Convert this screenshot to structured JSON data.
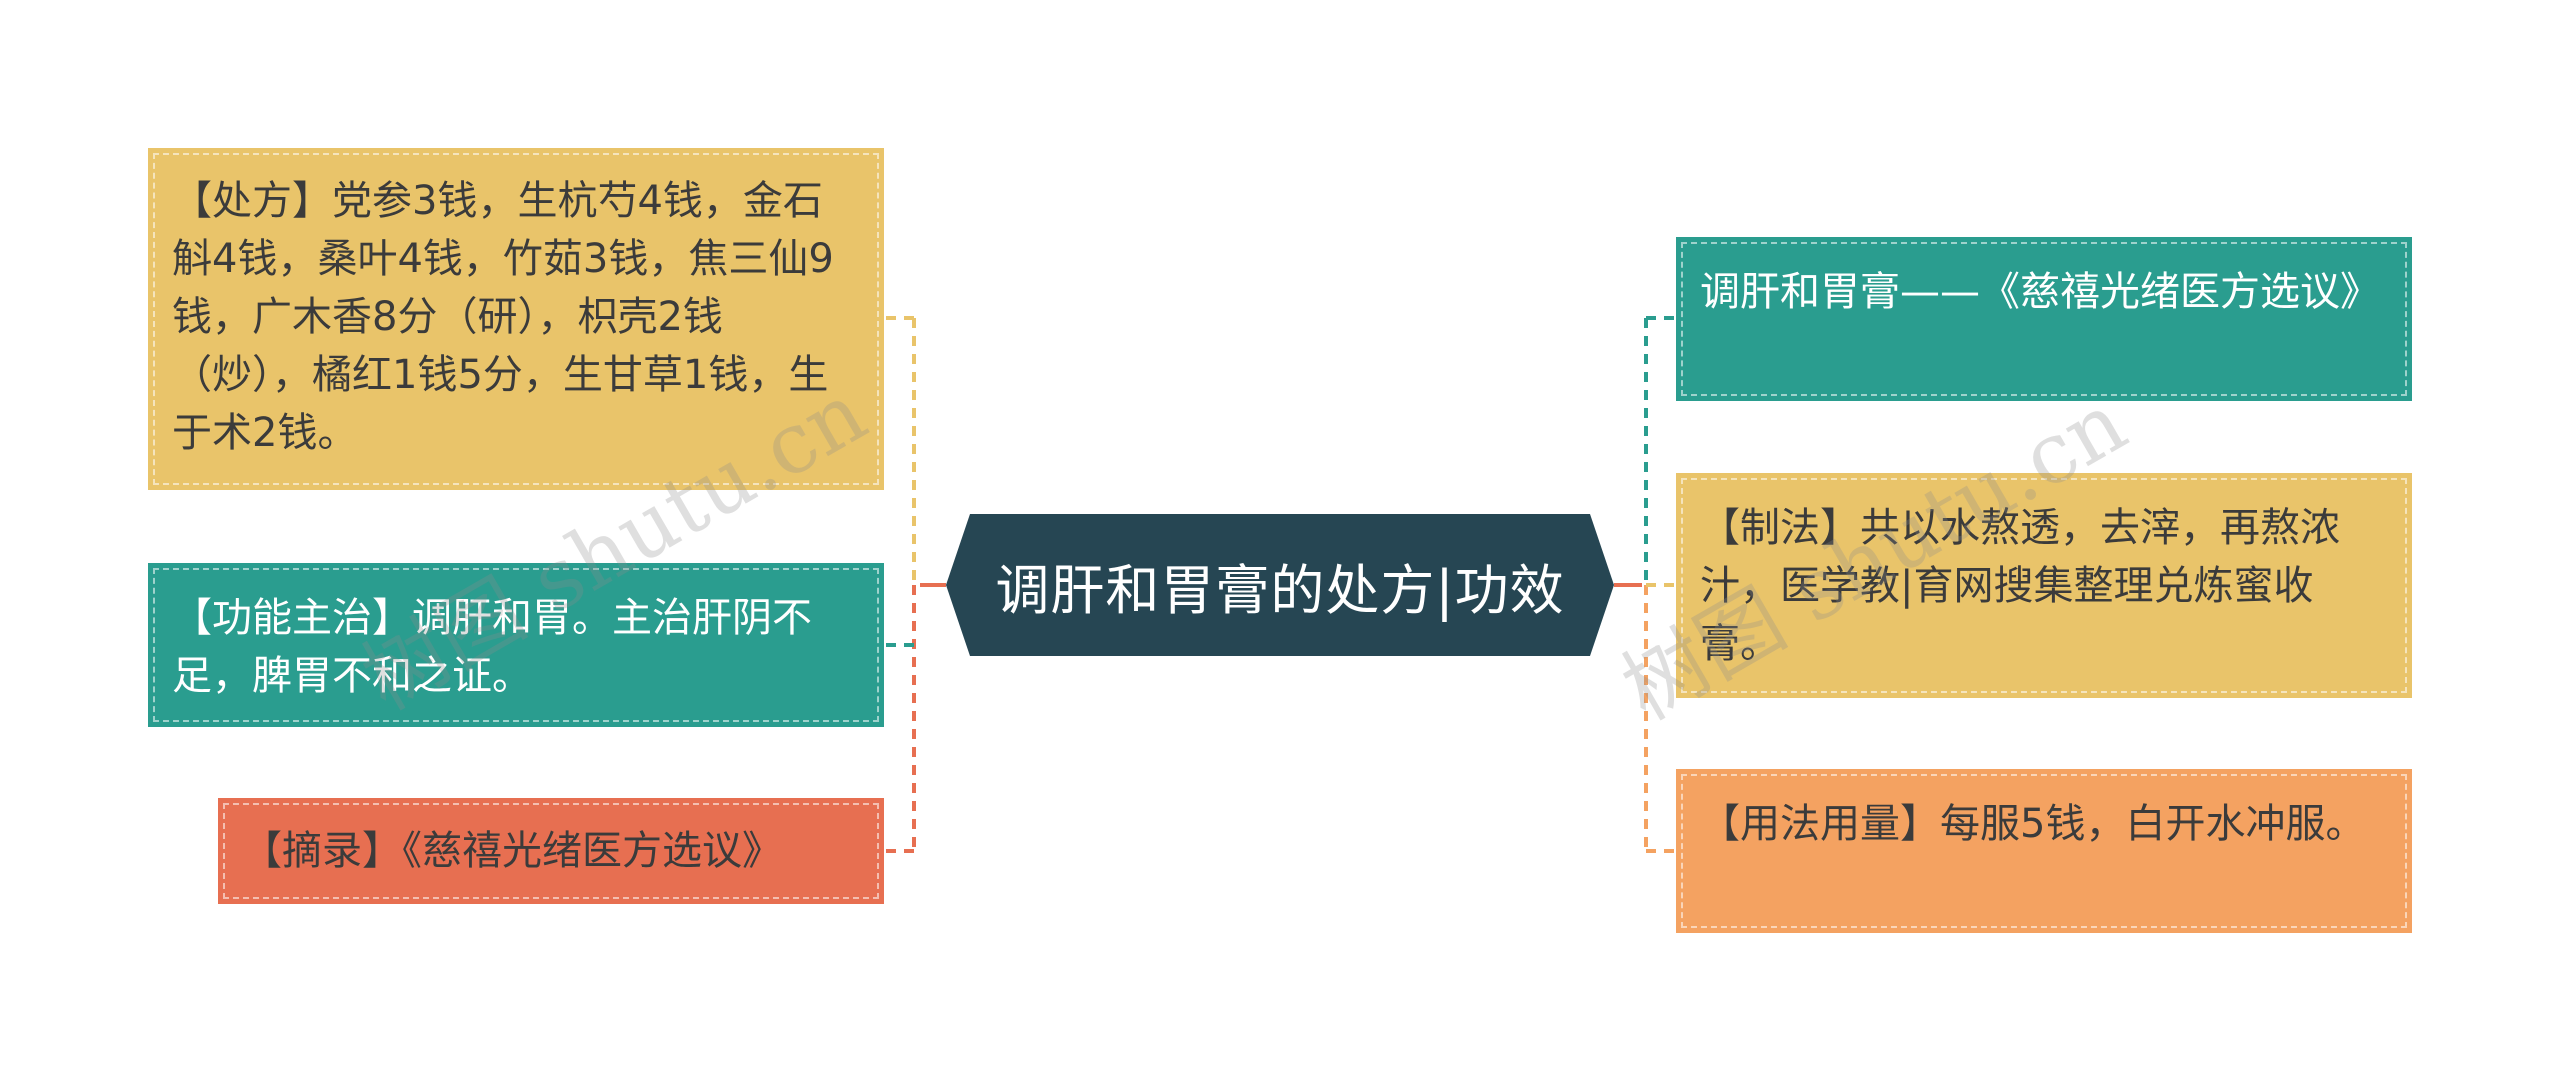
{
  "center": {
    "title": "调肝和胃膏的处方|功效"
  },
  "left_nodes": {
    "prescription": "【处方】党参3钱，生杭芍4钱，金石斛4钱，桑叶4钱，竹茹3钱，焦三仙9钱，广木香8分（研），枳壳2钱（炒），橘红1钱5分，生甘草1钱，生于术2钱。",
    "function": "【功能主治】调肝和胃。主治肝阴不足，脾胃不和之证。",
    "excerpt": "【摘录】《慈禧光绪医方选议》"
  },
  "right_nodes": {
    "title": "调肝和胃膏——《慈禧光绪医方选议》",
    "method": "【制法】共以水熬透，去滓，再熬浓汁，医学教|育网搜集整理兑炼蜜收膏。",
    "usage": "【用法用量】每服5钱，白开水冲服。"
  },
  "watermark": "树图 shutu.cn",
  "colors": {
    "center": "#264653",
    "yellow": "#e9c46a",
    "teal": "#2a9d8f",
    "red": "#e76f51",
    "orange": "#f4a261"
  }
}
